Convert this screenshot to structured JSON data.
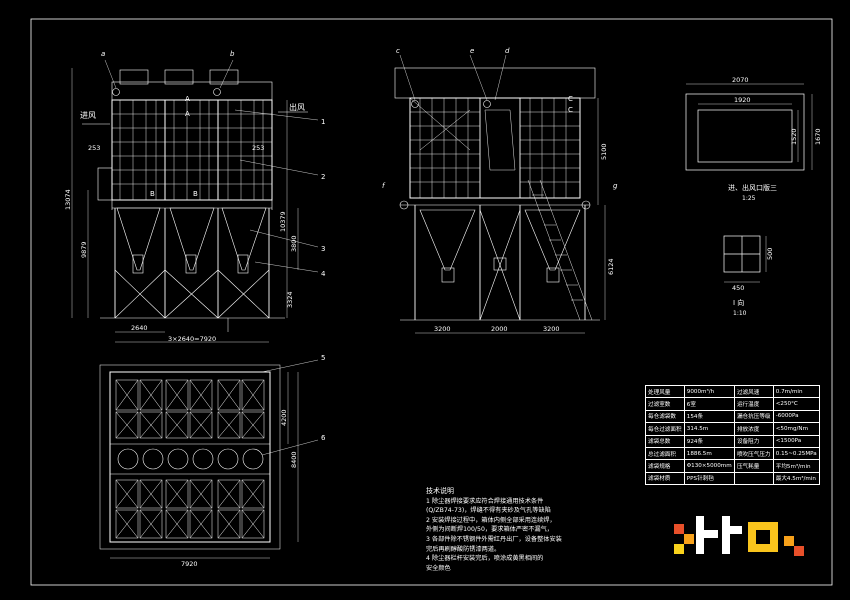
{
  "drawing": {
    "front_view": {
      "label_a": "a",
      "label_b": "b",
      "inlet": "进风",
      "outlet": "出风",
      "section_A": "A",
      "section_B": "B",
      "dim_253_left": "253",
      "dim_253_right": "253",
      "dim_13074": "13074",
      "dim_9879": "9879",
      "dim_10379": "10379",
      "dim_3800": "3800",
      "dim_3324": "3324",
      "dim_2640": "2640",
      "dim_total": "3×2640=7920",
      "callouts": [
        "1",
        "2",
        "3",
        "4"
      ]
    },
    "side_view": {
      "label_c": "c",
      "label_e": "e",
      "label_d": "d",
      "label_f": "f",
      "label_g": "g",
      "section_C": "C",
      "dim_5100": "5100",
      "dim_6124": "6124",
      "dim_3200_left": "3200",
      "dim_2000": "2000",
      "dim_3200_right": "3200"
    },
    "port_detail": {
      "dim_2070": "2070",
      "dim_1920": "1920",
      "dim_1520": "1520",
      "dim_1670": "1670",
      "title": "进、出风口版三",
      "scale": "1:25"
    },
    "i_detail": {
      "dim_500": "500",
      "dim_450": "450",
      "title": "I 向",
      "scale": "1:10"
    },
    "plan_view": {
      "callouts": [
        "5",
        "6"
      ],
      "dim_4200": "4200",
      "dim_8400": "8400",
      "dim_7920": "7920"
    },
    "tech_notes": {
      "title": "技术说明",
      "lines": [
        "1   除尘器焊接要求应符合焊接通用技术条件",
        "    (Q/ZB74-73)，焊缝不得有夹砂及气孔等缺陷",
        "2   安装焊接过程中，箱体内侧全部采用连续焊，",
        "    外侧为间断焊100/50，要求箱体严密不漏气，",
        "3   各部件除不锈钢件外需红丹出厂，设备整体安装",
        "    完后再刷醇酸防锈漆两道。",
        "4   除尘器栏杆安装完后，喷涂成黄黑相间的",
        "    安全颜色"
      ]
    },
    "spec_table": {
      "rows": [
        [
          "处理风量",
          "9000m³/h",
          "过滤风速",
          "0.7m/min"
        ],
        [
          "过滤室数",
          "6室",
          "运行温度",
          "<250°C"
        ],
        [
          "每仓滤袋数",
          "154条",
          "漏仓抗压等级",
          "-6000Pa"
        ],
        [
          "每仓过滤面积",
          "314.5m",
          "排放浓度",
          "<50mg/Nm"
        ],
        [
          "滤袋总数",
          "924条",
          "设备阻力",
          "<1500Pa"
        ],
        [
          "总过滤面积",
          "1886.5m",
          "喷吹压气压力",
          "0.15~0.25MPa"
        ],
        [
          "滤袋规格",
          "Φ130×5000mm",
          "压气耗量",
          "平均5m³/min"
        ],
        [
          "滤袋材质",
          "PPS针刺毡",
          "",
          "最大4.5m³/min"
        ]
      ]
    },
    "colors": {
      "line": "#ffffff",
      "background": "#000000"
    }
  }
}
